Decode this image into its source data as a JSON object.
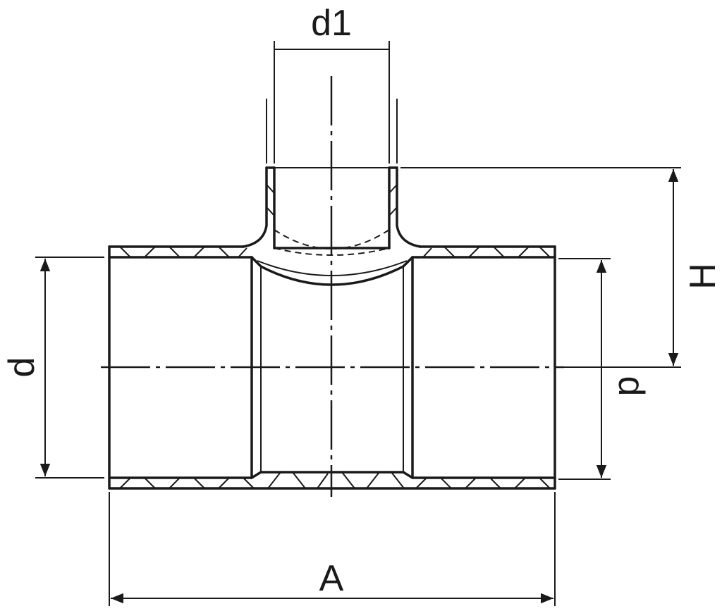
{
  "drawing": {
    "labels": {
      "branch_diameter": "d1",
      "run_diameter_left": "d",
      "run_diameter_right": "d",
      "height": "H",
      "length": "A"
    }
  }
}
